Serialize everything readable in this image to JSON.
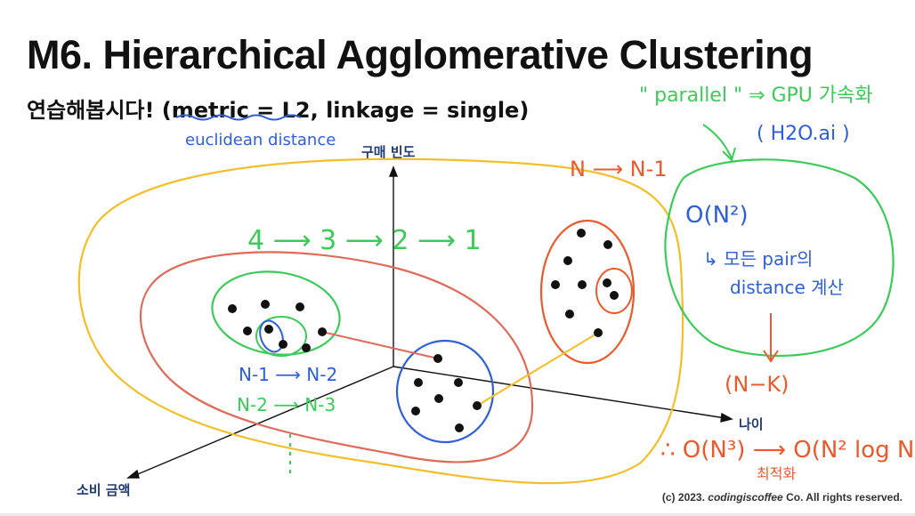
{
  "slide": {
    "title": "M6. Hierarchical Agglomerative Clustering",
    "subtitle": "연습해봅시다! (metric = L2, linkage = single)",
    "copyright_prefix": "(c) 2023. ",
    "copyright_brand": "codingiscoffee",
    "copyright_suffix": " Co. All rights reserved."
  },
  "axes": {
    "y_label": "구매 빈도",
    "x_label": "나이",
    "z_label": "소비 금액"
  },
  "annotations": {
    "euclidean": "euclidean distance",
    "parallel": "\" parallel \" ⇒ GPU 가속화",
    "h2o": "( H2O.ai )",
    "n_to_n1": "N ⟶ N-1",
    "big_o_n2": "O(N²)",
    "pair_line1": "↳ 모든 pair의",
    "pair_line2": "distance 계산",
    "n_minus_k": "(N−K)",
    "complexity": "∴ O(N³) ⟶ O(N² log N)",
    "optimize": "최적화",
    "sequence": "4 ⟶ 3 ⟶ 2 ⟶ 1",
    "n1_n2": "N-1 ⟶ N-2",
    "n2_n3": "N-2 ⟶ N-3"
  },
  "colors": {
    "yellow": "#f2bf2a",
    "red": "#e06a5a",
    "green": "#3ccb5a",
    "blue": "#2f5fd6",
    "orange": "#ea5a2c",
    "axis": "#111111"
  }
}
